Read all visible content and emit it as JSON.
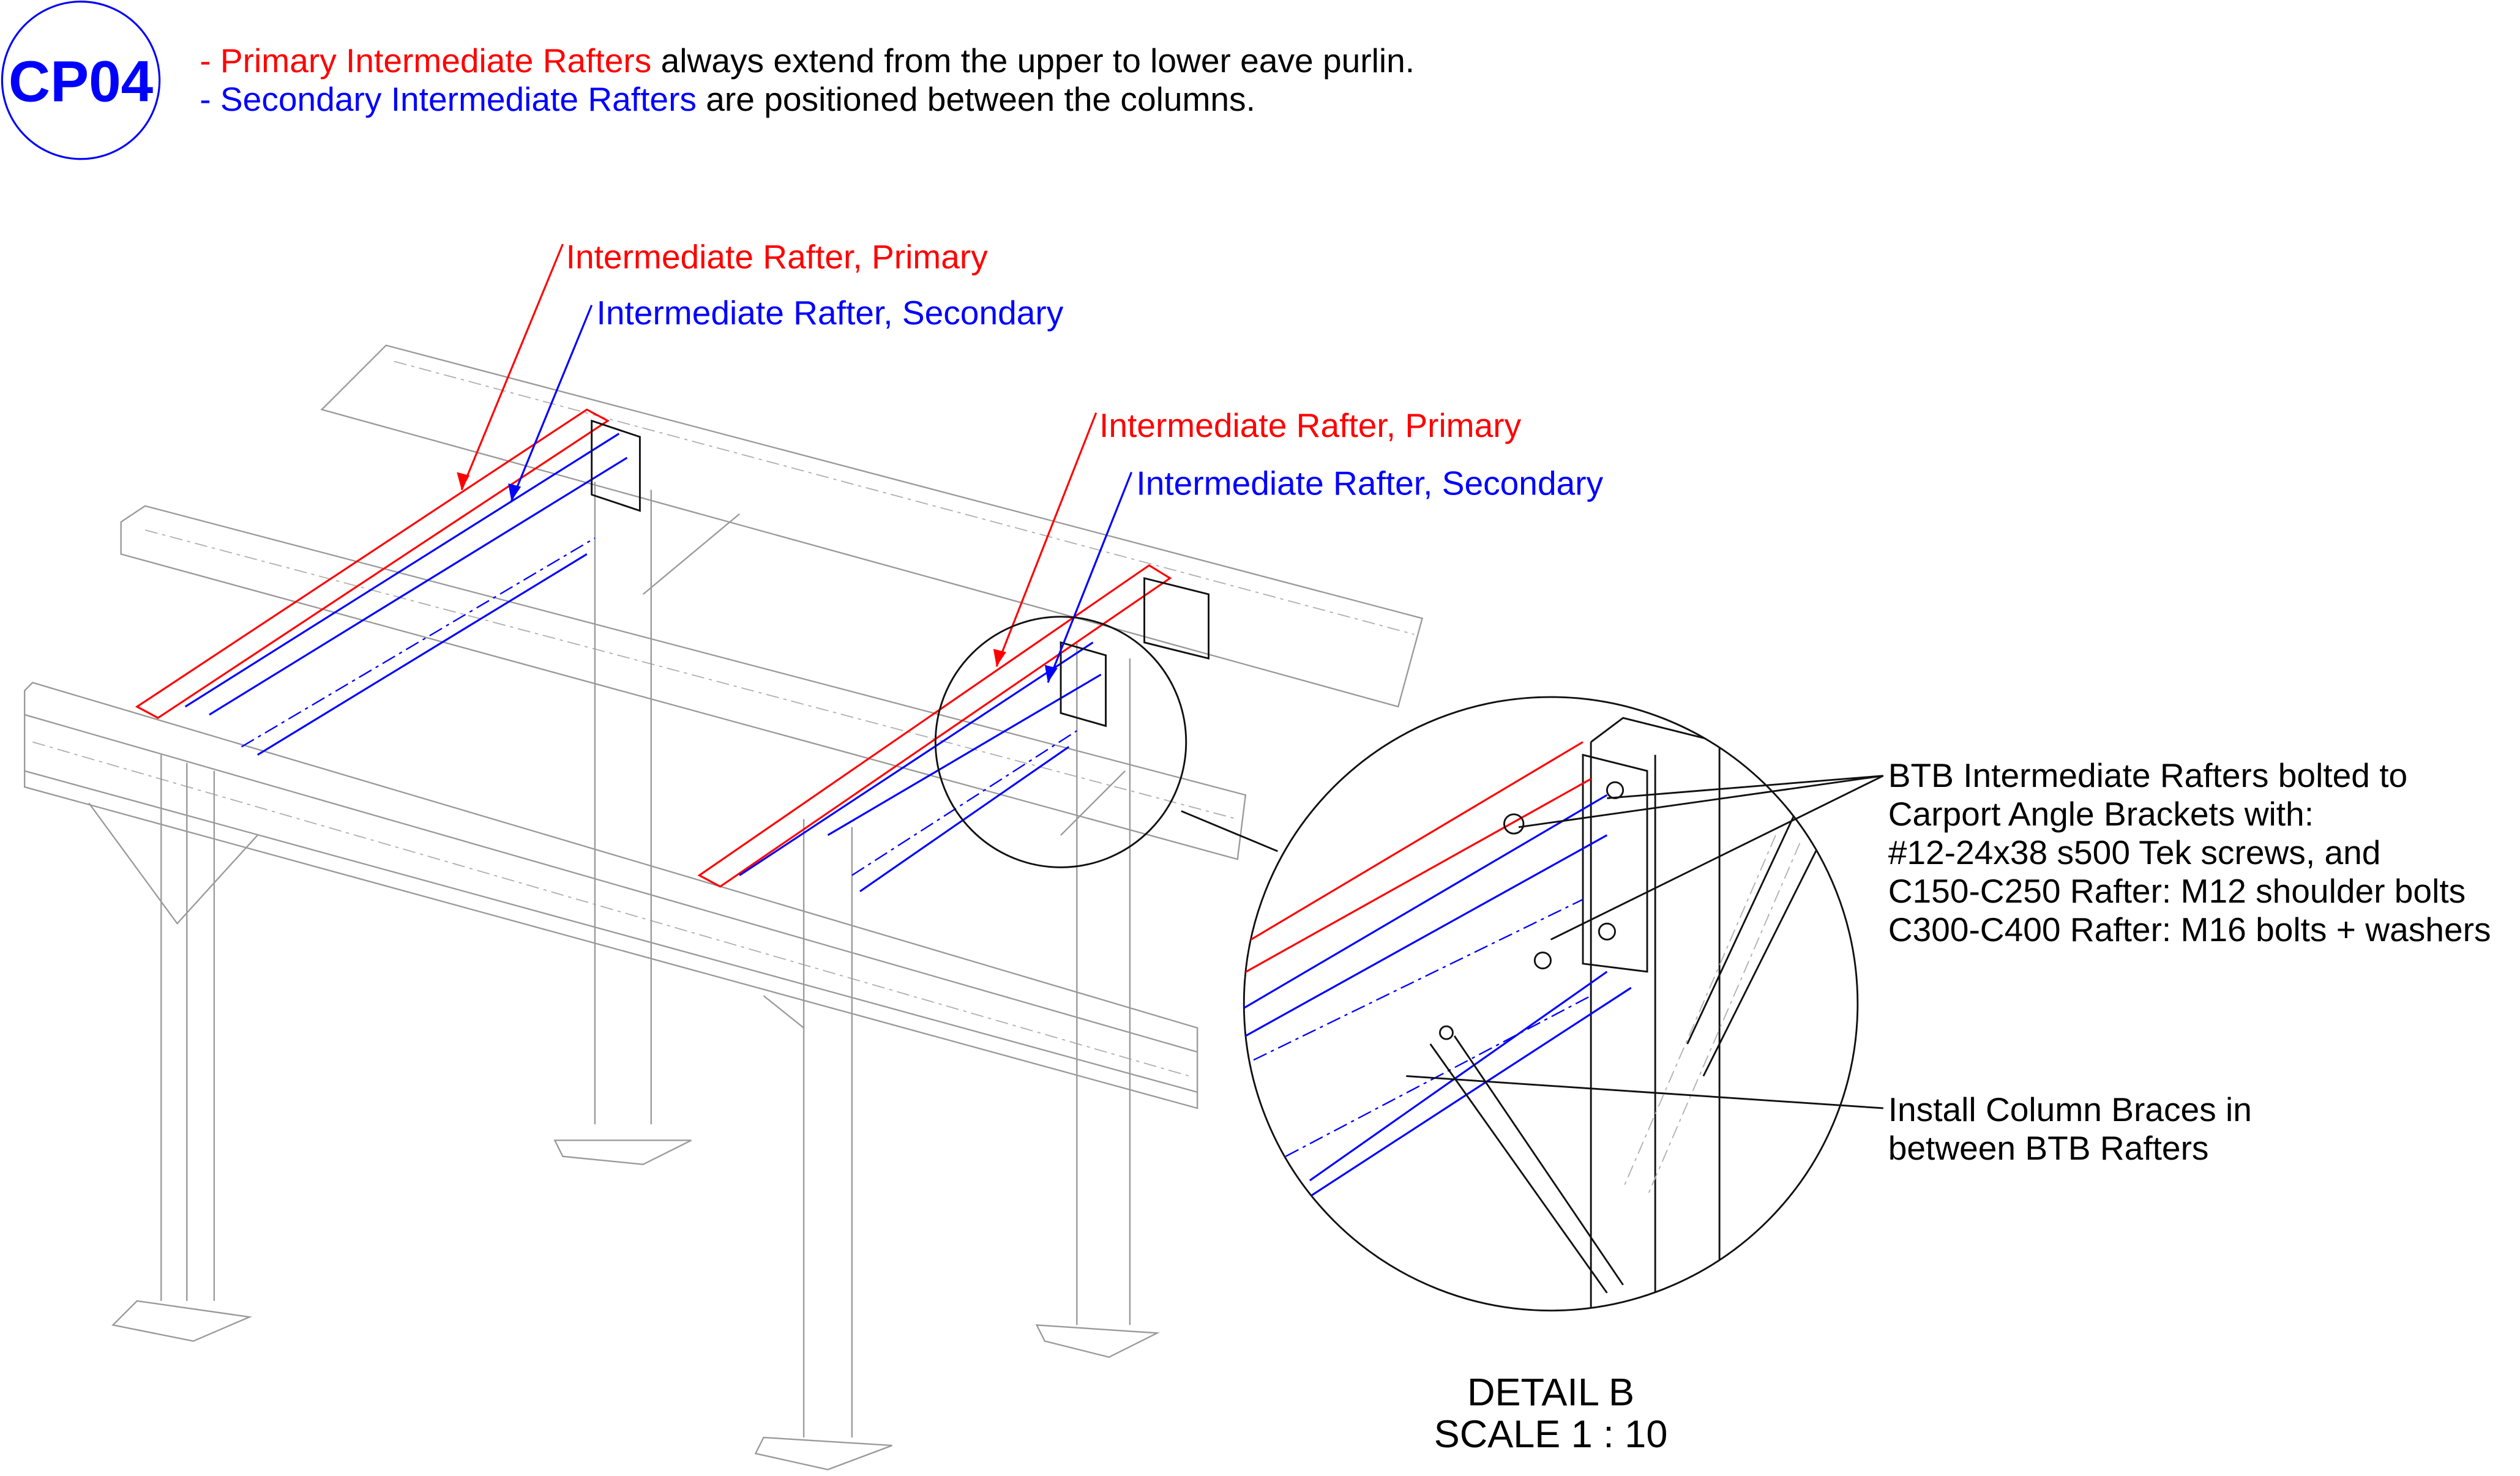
{
  "badge": {
    "label": "CP04",
    "color": "#0000ff"
  },
  "notes": [
    {
      "prefix": "- ",
      "highlight": "Primary Intermediate Rafters",
      "rest": " always extend from the upper to lower eave purlin.",
      "color": "#ff0000"
    },
    {
      "prefix": "- ",
      "highlight": "Secondary Intermediate Rafters",
      "rest": " are positioned between the columns.",
      "color": "#0000ff"
    }
  ],
  "callouts": {
    "primary_1": "Intermediate Rafter, Primary",
    "secondary_1": "Intermediate Rafter, Secondary",
    "primary_2": "Intermediate Rafter, Primary",
    "secondary_2": "Intermediate Rafter, Secondary"
  },
  "detail_notes": {
    "bolted": [
      "BTB Intermediate Rafters bolted to",
      "Carport Angle Brackets with:",
      "#12-24x38 s500 Tek screws, and",
      "C150-C250 Rafter: M12 shoulder bolts",
      "C300-C400 Rafter: M16 bolts + washers"
    ],
    "braces": [
      "Install Column Braces in",
      "between BTB Rafters"
    ]
  },
  "detail_label": {
    "title": "DETAIL B",
    "scale": "SCALE 1 : 10"
  },
  "colors": {
    "primary": "#ff0000",
    "secondary": "#0000ff",
    "structure": "#9a9a9a"
  }
}
